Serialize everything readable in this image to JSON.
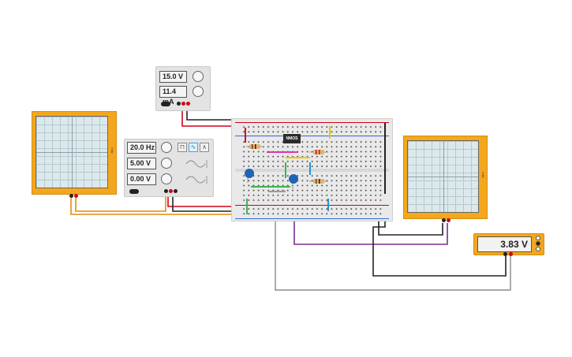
{
  "power_supply": {
    "voltage_display": "15.0 V",
    "current_display": "11.4 mA"
  },
  "function_generator": {
    "frequency_display": "20.0 Hz",
    "amplitude_display": "5.00 V",
    "offset_display": "0.00 V",
    "waveforms": [
      "square",
      "sine",
      "triangle"
    ],
    "selected_waveform": "sine"
  },
  "oscilloscope_left": {
    "label": "Vdiv"
  },
  "oscilloscope_right": {
    "label": "Vdiv"
  },
  "breadboard": {
    "chip_label": "NMOS"
  },
  "multimeter": {
    "reading": "3.83 V"
  },
  "colors": {
    "instrument_orange": "#f4a71c",
    "wire_red": "#d0021b",
    "wire_black": "#222222",
    "wire_orange": "#e8890c",
    "wire_purple": "#7b2d8e",
    "wire_gray": "#8a8a8a",
    "wire_green": "#3fb34f",
    "wire_blue": "#2a8fd0",
    "wire_yellow": "#f2c200",
    "wire_magenta": "#d63aa8",
    "capacitor_blue": "#1f64b3"
  }
}
